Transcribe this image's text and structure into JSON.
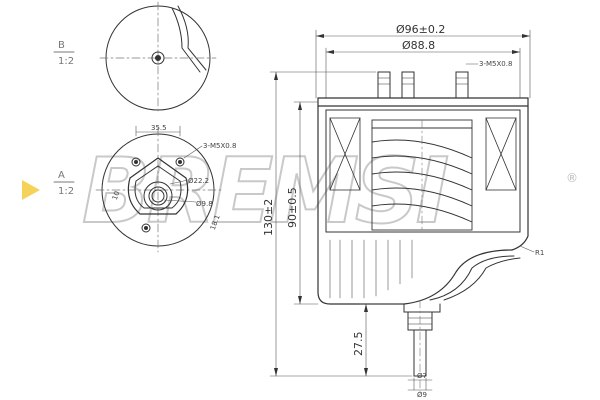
{
  "watermark": {
    "brand": "BREMSI",
    "registered": "®"
  },
  "view_b": {
    "letter": "B",
    "scale": "1:2"
  },
  "view_a": {
    "letter": "A",
    "scale": "1:2",
    "dim_top": "35.5",
    "dim_thread": "3-M5X0.8",
    "dim_ring": "Ø22.2",
    "dim_inner": "Ø9.8",
    "dim_angle": "10",
    "dim_side": "18.1"
  },
  "main_view": {
    "dim_outer_dia": "Ø96±0.2",
    "dim_inner_dia": "Ø88.8",
    "dim_thread": "3-M5X0.8",
    "dim_height_total": "130±2",
    "dim_height_body": "90±0.5",
    "dim_outlet_len": "27.5",
    "dim_radius": "R1",
    "dim_outlet_d1": "Ø7",
    "dim_outlet_d2": "Ø9"
  },
  "colors": {
    "line": "#333333",
    "thin": "#555555",
    "watermark": "#c9c9c9",
    "arrow": "#f5d35a"
  }
}
